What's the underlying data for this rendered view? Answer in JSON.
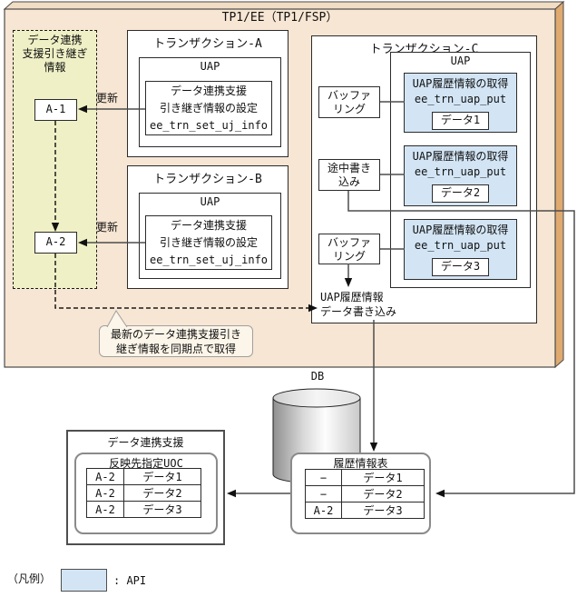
{
  "colors": {
    "tp1_face": "#f7e6d3",
    "tp1_side": "#dfa970",
    "handover_bg": "#eff0c5",
    "api_blue": "#d3e5f5",
    "callout_bg": "#fcf5e9",
    "line": "#4d4d4d"
  },
  "tp1": {
    "title": "TP1/EE（TP1/FSP）"
  },
  "handover": {
    "title_lines": [
      "データ連携",
      "支援引き継ぎ",
      "情報"
    ],
    "node_a1": "A-1",
    "node_a2": "A-2",
    "update1": "更新",
    "update2": "更新"
  },
  "tx_a": {
    "title": "トランザクション-A",
    "uap": "UAP",
    "api_lines": [
      "データ連携支援",
      "引き継ぎ情報の設定",
      "ee_trn_set_uj_info"
    ]
  },
  "tx_b": {
    "title": "トランザクション-B",
    "uap": "UAP",
    "api_lines": [
      "データ連携支援",
      "引き継ぎ情報の設定",
      "ee_trn_set_uj_info"
    ]
  },
  "tx_c": {
    "title": "トランザクション-C",
    "uap": "UAP",
    "steps": [
      {
        "l1": "バッファ",
        "l2": "リング"
      },
      {
        "l1": "途中書き",
        "l2": "込み"
      },
      {
        "l1": "バッファ",
        "l2": "リング"
      }
    ],
    "apis": [
      {
        "l1": "UAP履歴情報の取得",
        "l2": "ee_trn_uap_put",
        "data": "データ1"
      },
      {
        "l1": "UAP履歴情報の取得",
        "l2": "ee_trn_uap_put",
        "data": "データ2"
      },
      {
        "l1": "UAP履歴情報の取得",
        "l2": "ee_trn_uap_put",
        "data": "データ3"
      }
    ],
    "write_lines": [
      "UAP履歴情報",
      "データ書き込み"
    ]
  },
  "callout": {
    "lines": [
      "最新のデータ連携支援引き",
      "継ぎ情報を同期点で取得"
    ]
  },
  "db": {
    "label": "DB"
  },
  "uoc": {
    "title": "データ連携支援",
    "subtitle": "反映先指定UOC",
    "rows": [
      [
        "A-2",
        "データ1"
      ],
      [
        "A-2",
        "データ2"
      ],
      [
        "A-2",
        "データ3"
      ]
    ]
  },
  "history": {
    "title": "履歴情報表",
    "rows": [
      [
        "−",
        "データ1"
      ],
      [
        "−",
        "データ2"
      ],
      [
        "A-2",
        "データ3"
      ]
    ]
  },
  "legend": {
    "label": "（凡例）",
    "api_label": ": API"
  }
}
